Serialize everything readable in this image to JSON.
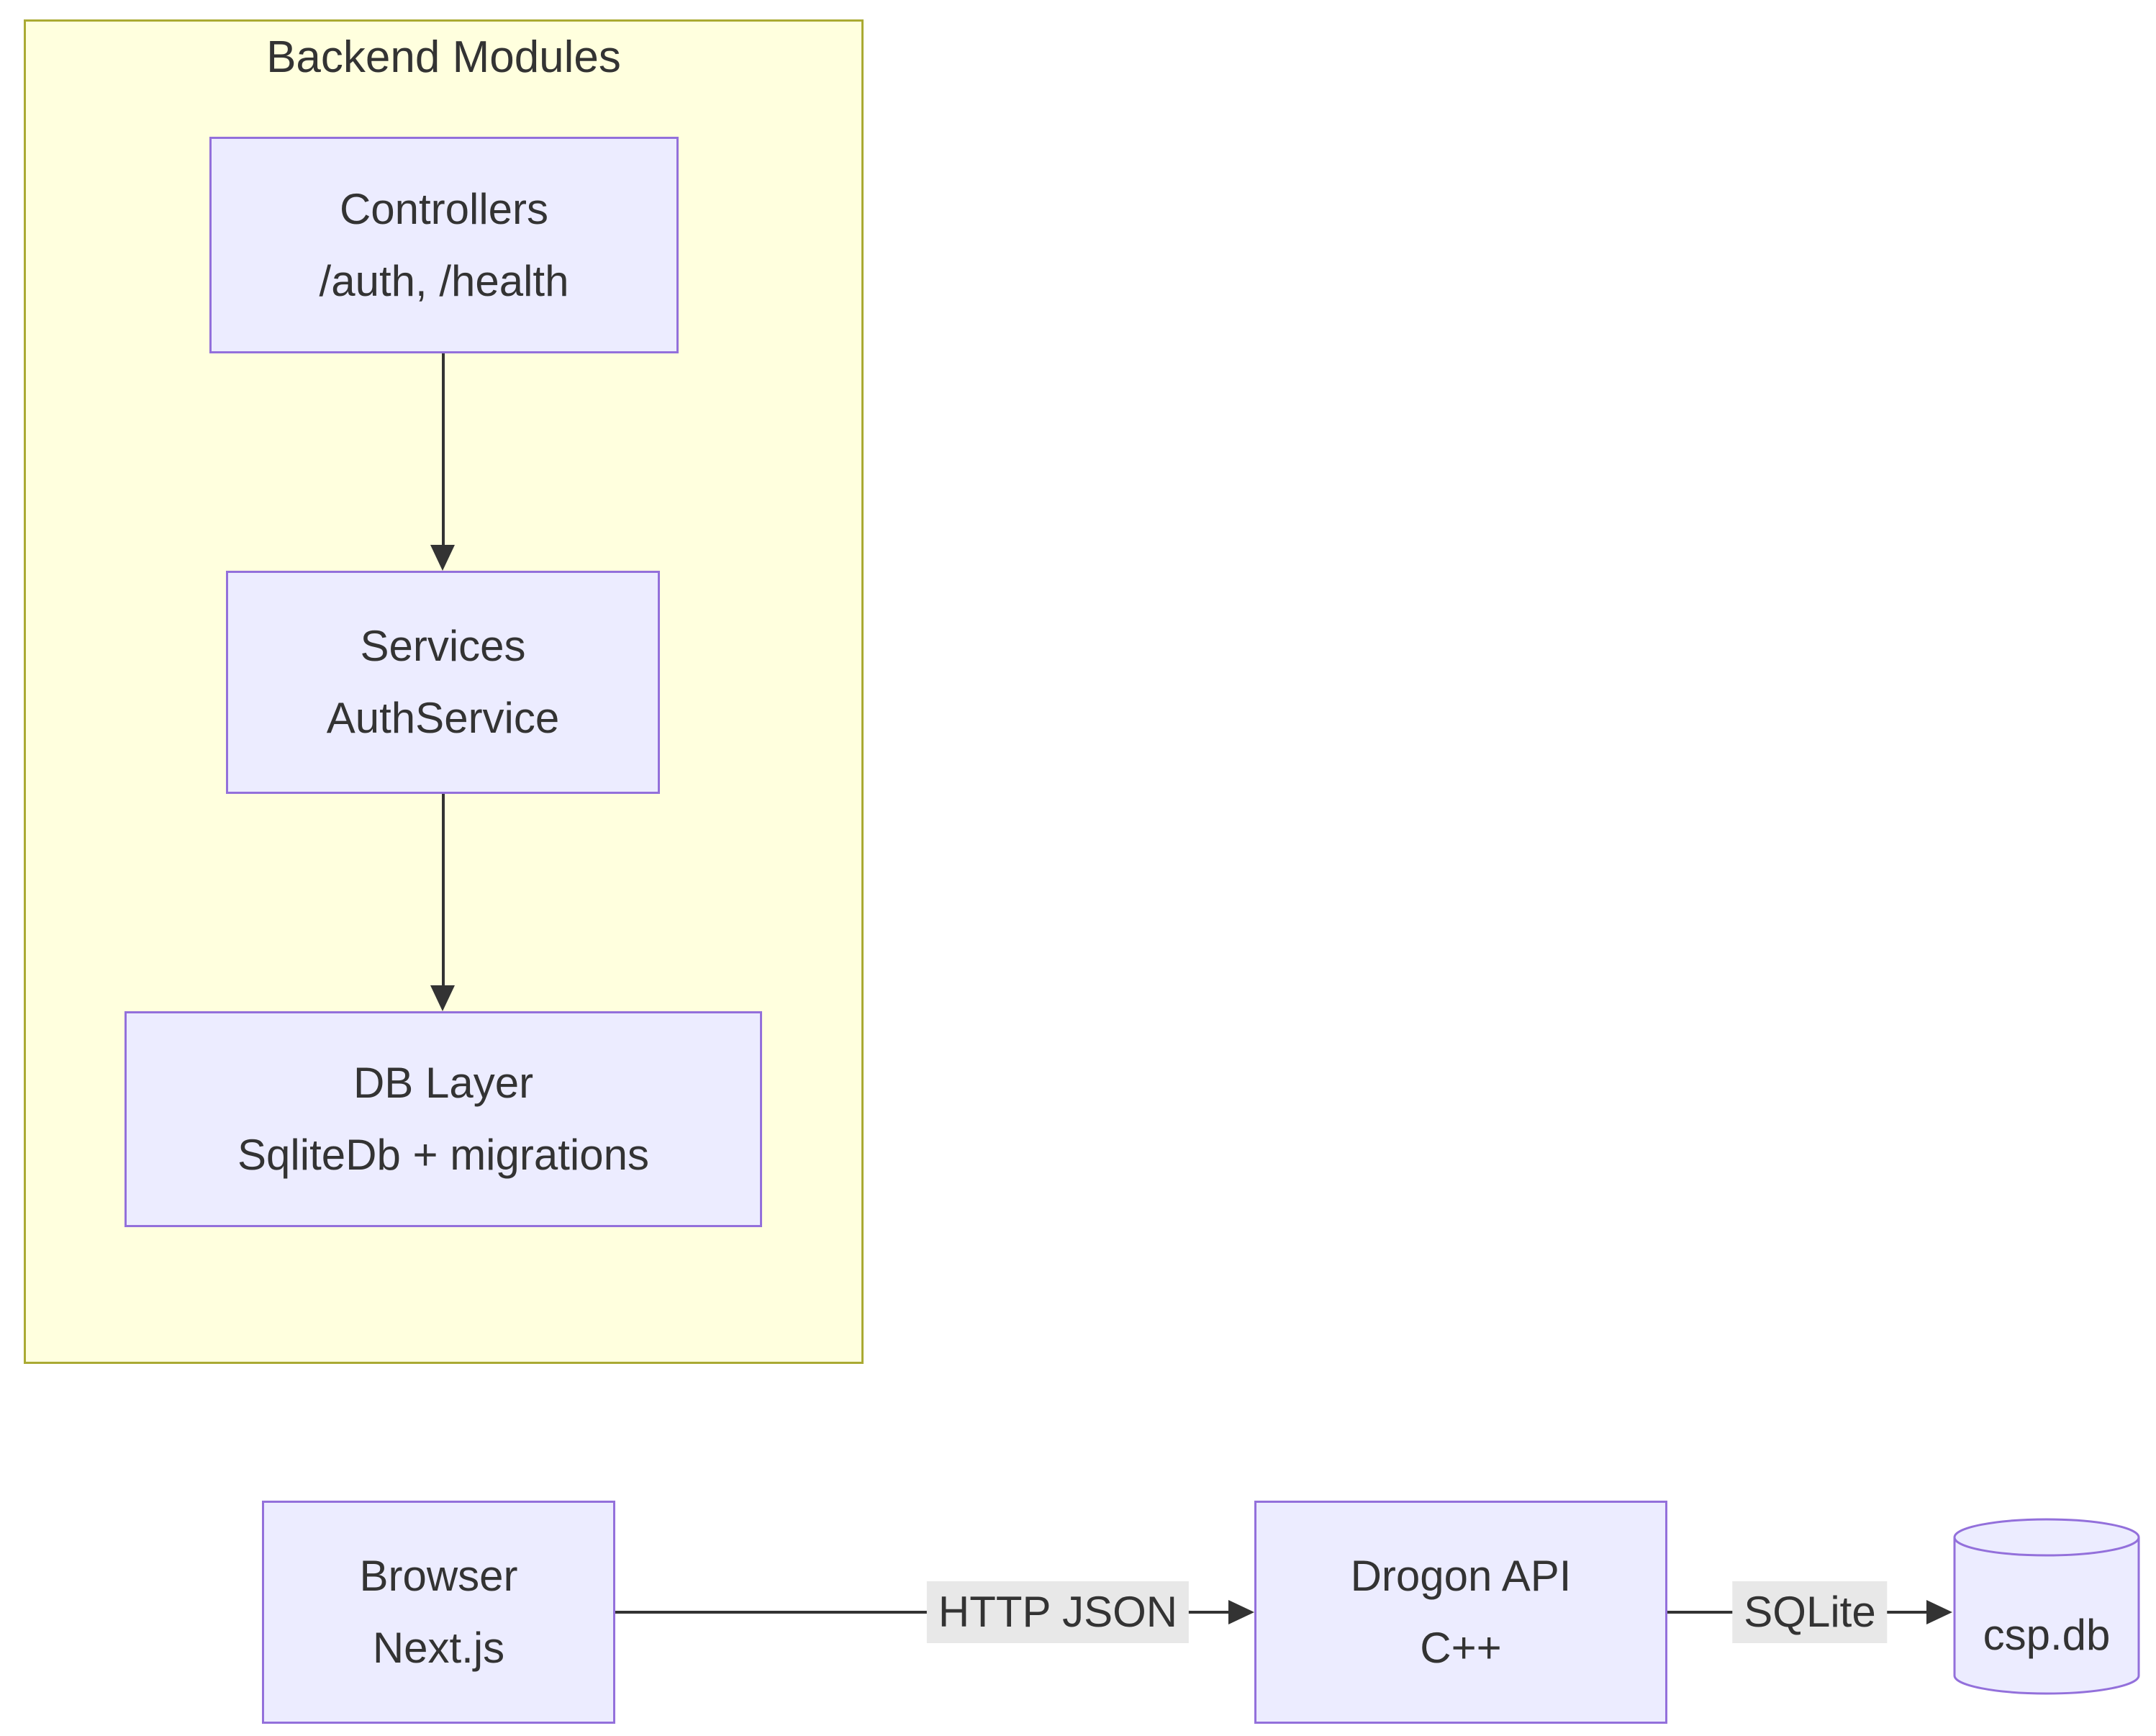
{
  "subgraph": {
    "title": "Backend Modules"
  },
  "nodes": {
    "controllers": {
      "title": "Controllers",
      "subtitle": "/auth, /health"
    },
    "services": {
      "title": "Services",
      "subtitle": "AuthService"
    },
    "db_layer": {
      "title": "DB Layer",
      "subtitle": "SqliteDb + migrations"
    },
    "browser": {
      "title": "Browser",
      "subtitle": "Next.js"
    },
    "drogon_api": {
      "title": "Drogon API",
      "subtitle": "C++"
    },
    "csp_db": {
      "label": "csp.db"
    }
  },
  "edges": {
    "controllers_to_services": {
      "label": ""
    },
    "services_to_db_layer": {
      "label": ""
    },
    "browser_to_drogon": {
      "label": "HTTP JSON"
    },
    "drogon_to_csp_db": {
      "label": "SQLite"
    }
  },
  "colors": {
    "canvas_bg": "#ffffff",
    "subgraph_fill": "#ffffde",
    "subgraph_border": "#aaaa33",
    "node_fill": "#ececff",
    "node_border": "#9370db",
    "edge_line": "#333333",
    "edge_label_bg": "#e8e8e8",
    "text": "#333333"
  }
}
